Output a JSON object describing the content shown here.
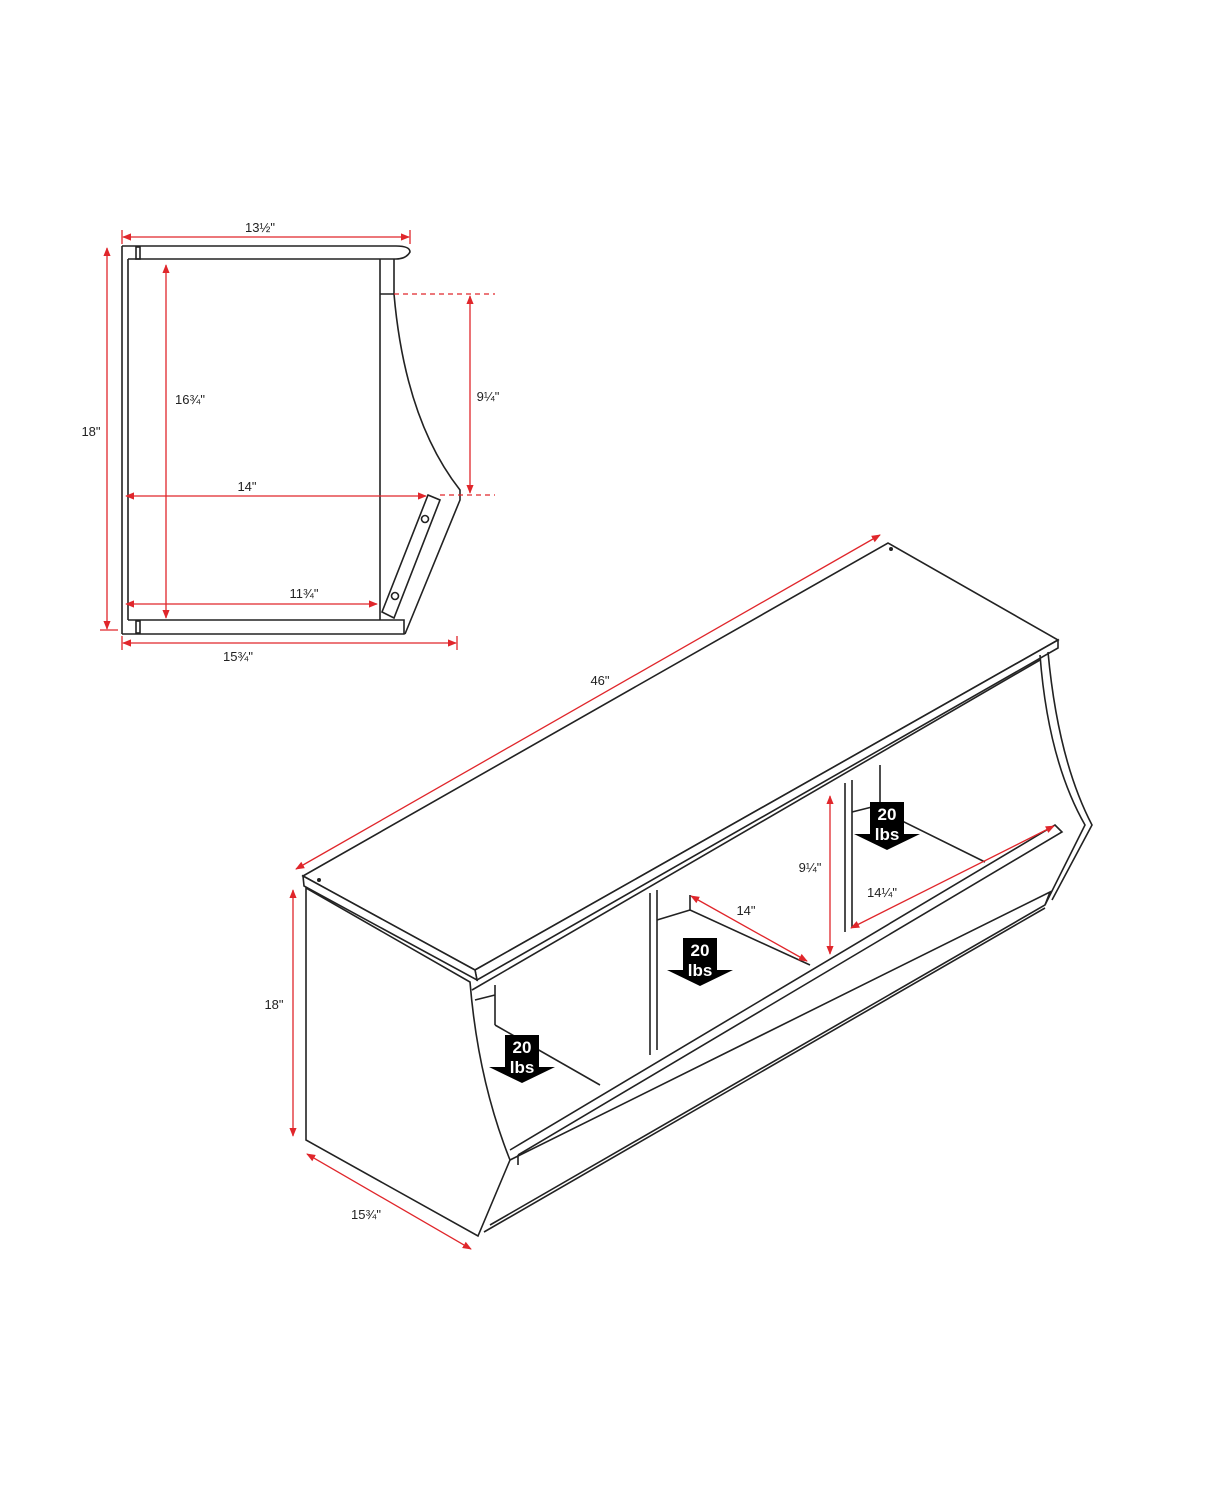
{
  "colors": {
    "dimension": "#e0262b",
    "line": "#222222",
    "badge": "#000000"
  },
  "side_view": {
    "top_depth": "13½\"",
    "height": "18\"",
    "inner_height": "16¾\"",
    "opening_height": "9¼\"",
    "inner_depth": "14\"",
    "bottom_inner_depth": "11¾\"",
    "overall_depth": "15¾\""
  },
  "iso_view": {
    "width": "46\"",
    "height": "18\"",
    "depth": "15¾\"",
    "cubby_depth": "14\"",
    "cubby_height": "9¼\"",
    "cubby_width": "14¼\"",
    "weight_badges": [
      {
        "line1": "20",
        "line2": "lbs"
      },
      {
        "line1": "20",
        "line2": "lbs"
      },
      {
        "line1": "20",
        "line2": "lbs"
      }
    ]
  }
}
